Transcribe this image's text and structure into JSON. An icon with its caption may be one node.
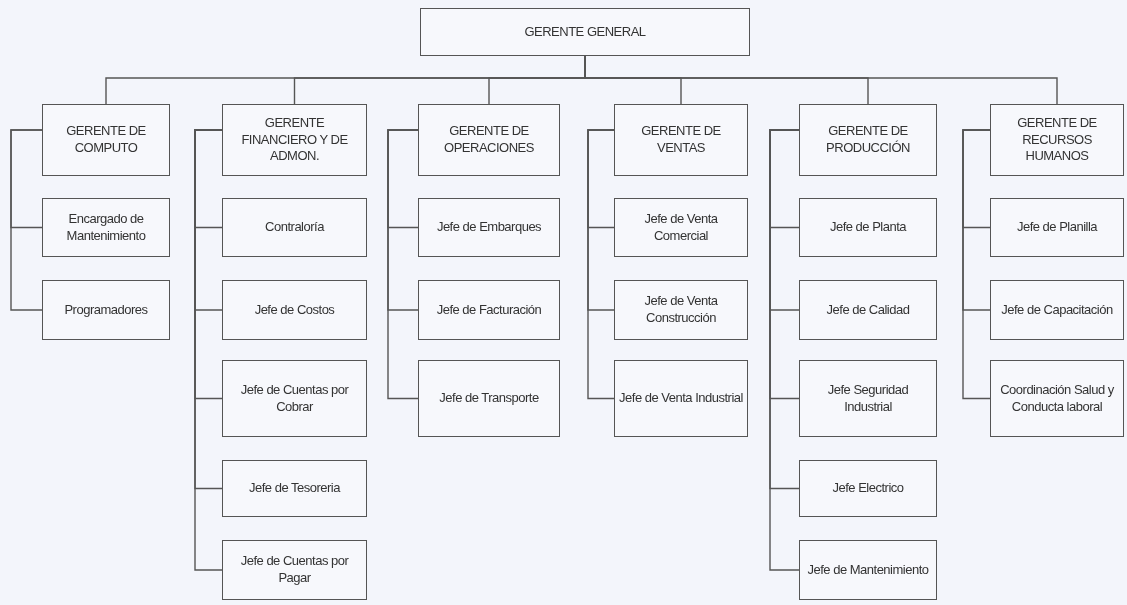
{
  "diagram": {
    "nodes": [
      {
        "text": [
          "GERENTE GENERAL"
        ]
      },
      {
        "text": [
          "GERENTE DE COMPUTO"
        ]
      },
      {
        "text": [
          "Encargado de Mantenimiento"
        ]
      },
      {
        "text": [
          "Programadores"
        ]
      },
      {
        "text": [
          "GERENTE FINANCIERO Y DE ADMON."
        ]
      },
      {
        "text": [
          "Contraloría"
        ]
      },
      {
        "text": [
          "Jefe de Costos"
        ]
      },
      {
        "text": [
          "Jefe de Cuentas por Cobrar"
        ]
      },
      {
        "text": [
          "Jefe de Tesoreria"
        ]
      },
      {
        "text": [
          "Jefe de Cuentas por Pagar"
        ]
      },
      {
        "text": [
          "GERENTE DE OPERACIONES"
        ]
      },
      {
        "text": [
          "Jefe de Embarques"
        ]
      },
      {
        "text": [
          "Jefe de Facturación"
        ]
      },
      {
        "text": [
          "Jefe de Transporte"
        ]
      },
      {
        "text": [
          "GERENTE DE VENTAS"
        ]
      },
      {
        "text": [
          "Jefe de Venta Comercial"
        ]
      },
      {
        "text": [
          "Jefe de Venta Construcción"
        ]
      },
      {
        "text": [
          "Jefe de Venta Industrial"
        ]
      },
      {
        "text": [
          "GERENTE DE PRODUCCIÓN"
        ]
      },
      {
        "text": [
          "Jefe de Planta"
        ]
      },
      {
        "text": [
          "Jefe de Calidad"
        ]
      },
      {
        "text": [
          "Jefe Seguridad Industrial"
        ]
      },
      {
        "text": [
          "Jefe Electrico"
        ]
      },
      {
        "text": [
          "Jefe de Mantenimiento"
        ]
      },
      {
        "text": [
          "GERENTE DE RECURSOS HUMANOS"
        ]
      },
      {
        "text": [
          "Jefe de Planilla"
        ]
      },
      {
        "text": [
          "Jefe de Capacitación"
        ]
      },
      {
        "text": [
          "Coordinación Salud y Conducta laboral"
        ]
      }
    ],
    "edges": [
      {
        "from": 0,
        "to": 1,
        "arrow": "none"
      },
      {
        "from": 0,
        "to": 4,
        "arrow": "none"
      },
      {
        "from": 0,
        "to": 10,
        "arrow": "none"
      },
      {
        "from": 0,
        "to": 14,
        "arrow": "none"
      },
      {
        "from": 0,
        "to": 18,
        "arrow": "none"
      },
      {
        "from": 0,
        "to": 24,
        "arrow": "none"
      },
      {
        "from": 1,
        "to": 2,
        "arrow": "none"
      },
      {
        "from": 1,
        "to": 3,
        "arrow": "none"
      },
      {
        "from": 4,
        "to": 5,
        "arrow": "none"
      },
      {
        "from": 4,
        "to": 6,
        "arrow": "none"
      },
      {
        "from": 4,
        "to": 7,
        "arrow": "none"
      },
      {
        "from": 4,
        "to": 8,
        "arrow": "none"
      },
      {
        "from": 4,
        "to": 9,
        "arrow": "none"
      },
      {
        "from": 10,
        "to": 11,
        "arrow": "none"
      },
      {
        "from": 10,
        "to": 12,
        "arrow": "none"
      },
      {
        "from": 10,
        "to": 13,
        "arrow": "none"
      },
      {
        "from": 14,
        "to": 15,
        "arrow": "none"
      },
      {
        "from": 14,
        "to": 16,
        "arrow": "none"
      },
      {
        "from": 14,
        "to": 17,
        "arrow": "none"
      },
      {
        "from": 18,
        "to": 19,
        "arrow": "none"
      },
      {
        "from": 18,
        "to": 20,
        "arrow": "none"
      },
      {
        "from": 18,
        "to": 21,
        "arrow": "none"
      },
      {
        "from": 18,
        "to": 22,
        "arrow": "none"
      },
      {
        "from": 18,
        "to": 23,
        "arrow": "none"
      },
      {
        "from": 24,
        "to": 25,
        "arrow": "none"
      },
      {
        "from": 24,
        "to": 26,
        "arrow": "none"
      },
      {
        "from": 24,
        "to": 27,
        "arrow": "none"
      }
    ]
  }
}
